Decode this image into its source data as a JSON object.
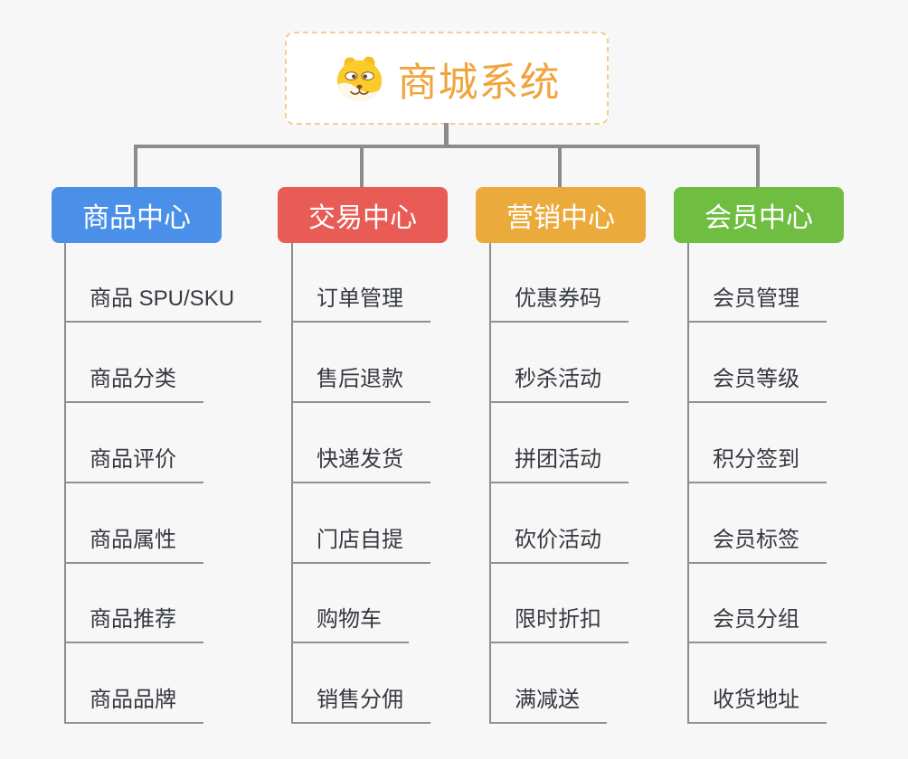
{
  "root": {
    "title": "商城系统",
    "icon": "dog-face-icon"
  },
  "branches": [
    {
      "label": "商品中心",
      "color": "#4b90e8",
      "items": [
        "商品 SPU/SKU",
        "商品分类",
        "商品评价",
        "商品属性",
        "商品推荐",
        "商品品牌"
      ]
    },
    {
      "label": "交易中心",
      "color": "#e85c55",
      "items": [
        "订单管理",
        "售后退款",
        "快递发货",
        "门店自提",
        "购物车",
        "销售分佣"
      ]
    },
    {
      "label": "营销中心",
      "color": "#ebab3c",
      "items": [
        "优惠券码",
        "秒杀活动",
        "拼团活动",
        "砍价活动",
        "限时折扣",
        "满减送"
      ]
    },
    {
      "label": "会员中心",
      "color": "#6fbe41",
      "items": [
        "会员管理",
        "会员等级",
        "积分签到",
        "会员标签",
        "会员分组",
        "收货地址"
      ]
    }
  ],
  "theme": {
    "background": "#f7f7f7",
    "connector_color": "#8c8c8c",
    "item_underline_color": "#909090",
    "item_text_color": "#36393f",
    "root_text_color": "#f0a43c",
    "root_border_color": "#f5cd93",
    "root_background": "#ffffff"
  }
}
